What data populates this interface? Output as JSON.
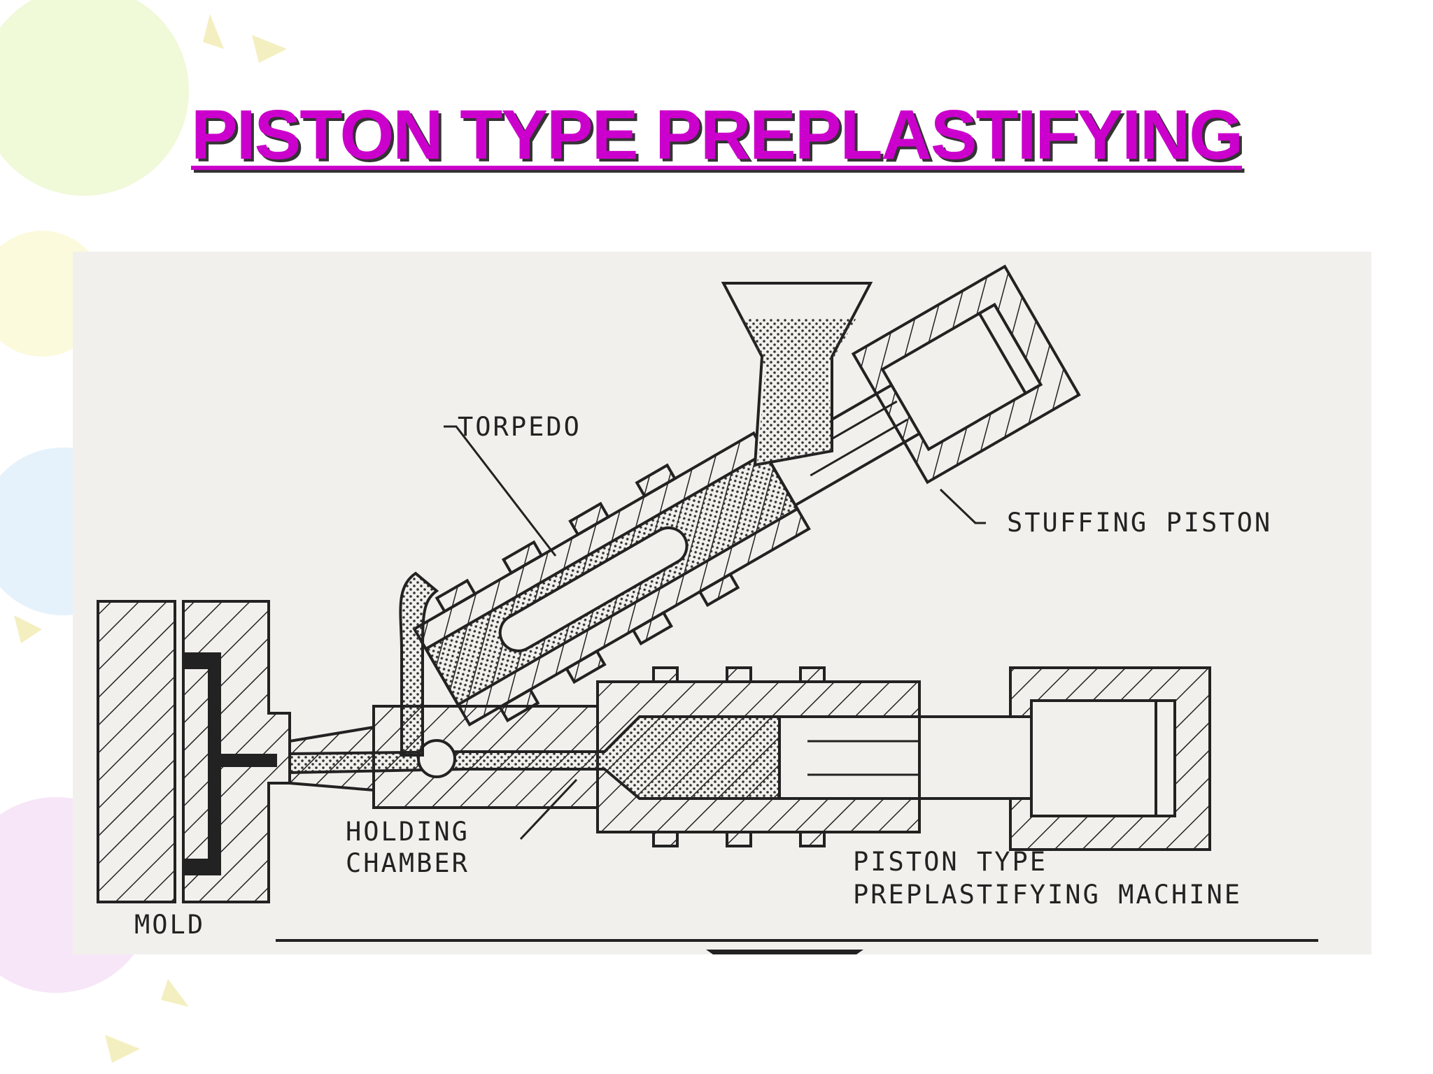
{
  "title": "PISTON TYPE PREPLASTIFYING",
  "diagram": {
    "labels": {
      "torpedo": "TORPEDO",
      "stuffing_piston": "STUFFING PISTON",
      "holding_chamber_1": "HOLDING",
      "holding_chamber_2": "CHAMBER",
      "machine_1": "PISTON TYPE",
      "machine_2": "PREPLASTIFYING MACHINE",
      "mold": "MOLD"
    }
  },
  "colors": {
    "title": "#cc00cc",
    "title_shadow": "#333333",
    "figure_background": "#f1f0ec",
    "line": "#222222"
  }
}
